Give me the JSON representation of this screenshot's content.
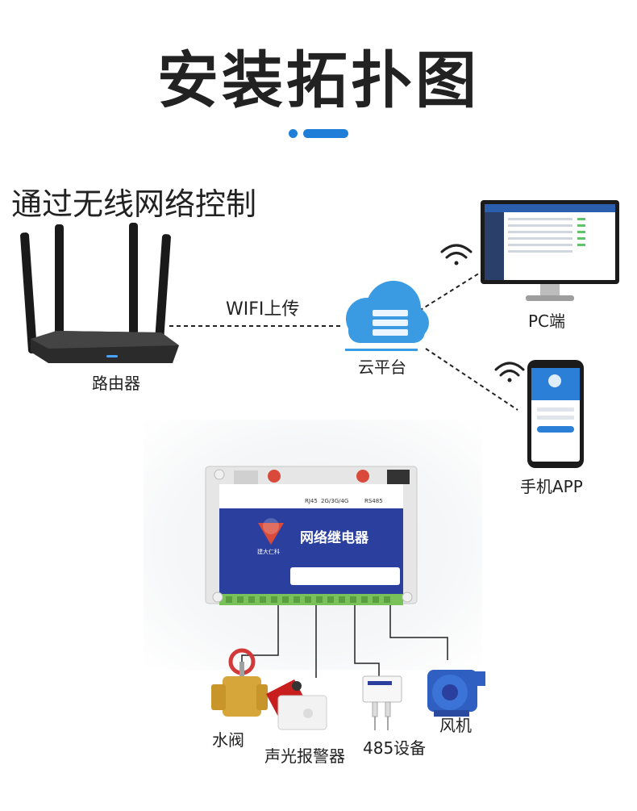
{
  "header": {
    "title": "安装拓扑图"
  },
  "subtitle": "通过无线网络控制",
  "nodes": {
    "router": "路由器",
    "cloud": "云平台",
    "pc": "PC端",
    "app": "手机APP",
    "valve": "水阀",
    "alarm": "声光报警器",
    "rs485": "485设备",
    "fan": "风机"
  },
  "links": {
    "wifi_upload": "WIFI上传"
  },
  "device": {
    "name": "网络继电器",
    "brand": "建大仁科",
    "port_labels": [
      "RJ45",
      "2G/3G/4G",
      "RS485"
    ]
  },
  "colors": {
    "accent": "#1e7ed8",
    "relay_blue": "#2a3f9e",
    "cloud_blue": "#3a9be3",
    "terminal_green": "#79c25a"
  },
  "icons": [
    "wifi-icon",
    "cloud-icon",
    "router-icon",
    "monitor-icon",
    "phone-icon",
    "valve-icon",
    "alarm-icon",
    "sensor-icon",
    "fan-icon"
  ]
}
